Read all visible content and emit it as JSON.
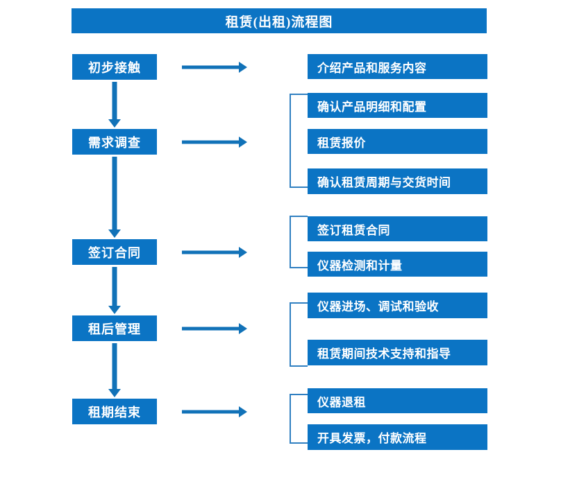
{
  "diagram": {
    "title": "租赁(出租)流程图",
    "accent_color": "#0b74c4",
    "arrow_color": "#1172b8",
    "bracket_color": "#2f7fc1",
    "text_color": "#ffffff",
    "background_color": "#ffffff",
    "stages": [
      {
        "id": "stage-1",
        "label": "初步接触"
      },
      {
        "id": "stage-2",
        "label": "需求调查"
      },
      {
        "id": "stage-3",
        "label": "签订合同"
      },
      {
        "id": "stage-4",
        "label": "租后管理"
      },
      {
        "id": "stage-5",
        "label": "租期结束"
      }
    ],
    "details": [
      {
        "id": "detail-1",
        "label": "介绍产品和服务内容"
      },
      {
        "id": "detail-2",
        "label": "确认产品明细和配置"
      },
      {
        "id": "detail-3",
        "label": "租赁报价"
      },
      {
        "id": "detail-4",
        "label": "确认租赁周期与交货时间"
      },
      {
        "id": "detail-5",
        "label": "签订租赁合同"
      },
      {
        "id": "detail-6",
        "label": "仪器检测和计量"
      },
      {
        "id": "detail-7",
        "label": "仪器进场、调试和验收"
      },
      {
        "id": "detail-8",
        "label": "租赁期间技术支持和指导"
      },
      {
        "id": "detail-9",
        "label": "仪器退租"
      },
      {
        "id": "detail-10",
        "label": "开具发票，付款流程"
      }
    ],
    "connections": {
      "stage_to_detail_arrows": 5,
      "stage_to_stage_arrows": 4,
      "grouping_brackets": 4
    }
  }
}
